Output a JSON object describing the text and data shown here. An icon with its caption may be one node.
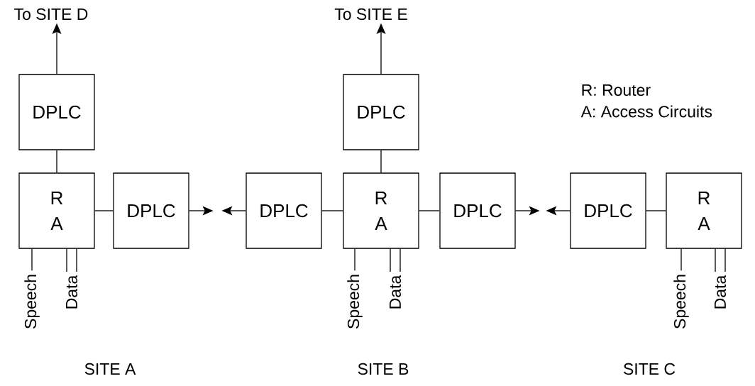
{
  "diagram": {
    "nodes": [
      {
        "text": [
          "To SITE D"
        ]
      },
      {
        "text": [
          "To SITE E"
        ]
      },
      {
        "text": [
          "DPLC"
        ]
      },
      {
        "text": [
          "R",
          "A"
        ]
      },
      {
        "text": [
          "DPLC"
        ]
      },
      {
        "text": [
          "DPLC"
        ]
      },
      {
        "text": [
          "DPLC"
        ]
      },
      {
        "text": [
          "R",
          "A"
        ]
      },
      {
        "text": [
          "DPLC"
        ]
      },
      {
        "text": [
          "DPLC"
        ]
      },
      {
        "text": [
          "R",
          "A"
        ]
      },
      {
        "text": [
          "Speech"
        ]
      },
      {
        "text": [
          "Data"
        ]
      },
      {
        "text": [
          "Speech"
        ]
      },
      {
        "text": [
          "Data"
        ]
      },
      {
        "text": [
          "Speech"
        ]
      },
      {
        "text": [
          "Data"
        ]
      }
    ],
    "edges": [
      {
        "from": 2,
        "to": 0,
        "arrow": "to"
      },
      {
        "from": 3,
        "to": 2,
        "arrow": "none"
      },
      {
        "from": 3,
        "to": 4,
        "arrow": "none"
      },
      {
        "from": 4,
        "to": null,
        "arrow": "to"
      },
      {
        "from": 5,
        "to": null,
        "arrow": "to"
      },
      {
        "from": 5,
        "to": 7,
        "arrow": "none"
      },
      {
        "from": 7,
        "to": 6,
        "arrow": "none"
      },
      {
        "from": 6,
        "to": 1,
        "arrow": "to"
      },
      {
        "from": 7,
        "to": 8,
        "arrow": "none"
      },
      {
        "from": 8,
        "to": null,
        "arrow": "to"
      },
      {
        "from": 9,
        "to": null,
        "arrow": "to"
      },
      {
        "from": 9,
        "to": 10,
        "arrow": "none"
      },
      {
        "from": 3,
        "to": 11,
        "arrow": "none"
      },
      {
        "from": 3,
        "to": 12,
        "arrow": "none"
      },
      {
        "from": 3,
        "to": 12,
        "arrow": "none"
      },
      {
        "from": 7,
        "to": 13,
        "arrow": "none"
      },
      {
        "from": 7,
        "to": 14,
        "arrow": "none"
      },
      {
        "from": 7,
        "to": 14,
        "arrow": "none"
      },
      {
        "from": 10,
        "to": 15,
        "arrow": "none"
      },
      {
        "from": 10,
        "to": 16,
        "arrow": "none"
      },
      {
        "from": 10,
        "to": 16,
        "arrow": "none"
      }
    ],
    "labels": [
      "R:  Router",
      "A:  Access Circuits",
      "SITE A",
      "SITE B",
      "SITE C"
    ]
  }
}
